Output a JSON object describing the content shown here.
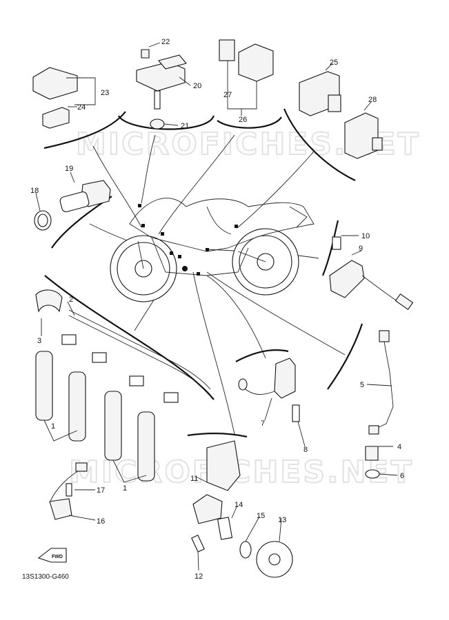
{
  "watermarks": [
    "MICROFICHES.NET",
    "MICROFICHES.NET"
  ],
  "diagram_code": "13S1300-G460",
  "fwd_label": "FWD",
  "callouts": [
    "22",
    "20",
    "21",
    "23",
    "24",
    "27",
    "26",
    "25",
    "28",
    "19",
    "18",
    "10",
    "9",
    "2",
    "3",
    "5",
    "7",
    "8",
    "4",
    "6",
    "11",
    "14",
    "15",
    "13",
    "17",
    "16",
    "12",
    "1",
    "1"
  ]
}
